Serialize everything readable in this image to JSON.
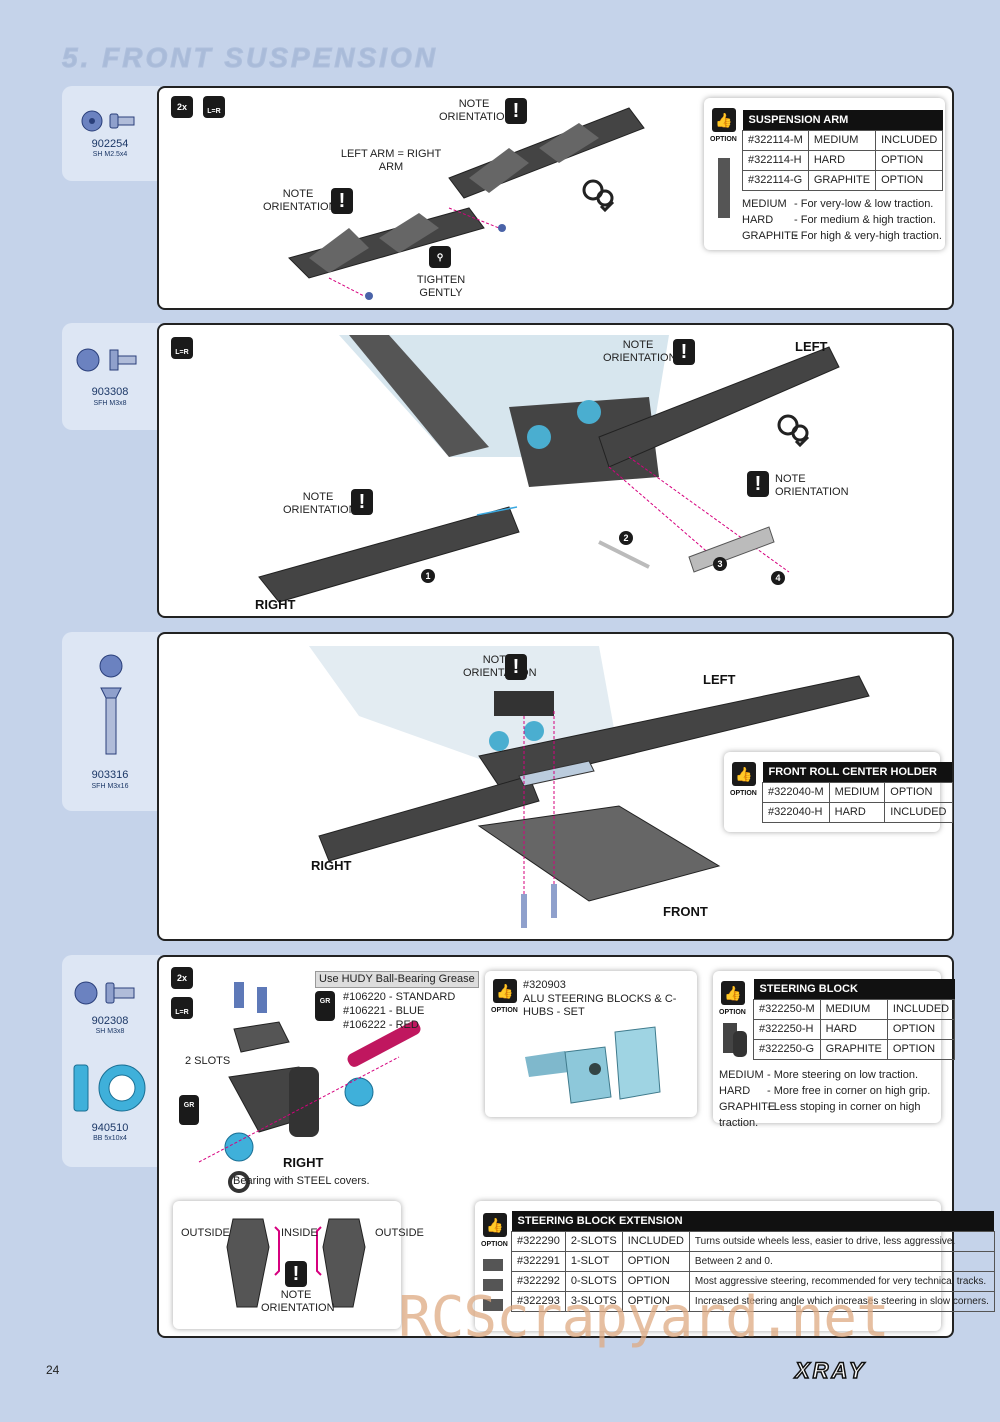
{
  "page": {
    "title": "5. FRONT SUSPENSION",
    "page_number": "24",
    "brand": "XRAY",
    "watermark": "RCScrapyard.net"
  },
  "steps": [
    {
      "part": {
        "code": "902254",
        "size": "SH M2.5x4"
      },
      "badges": {
        "count": "2x",
        "lr": "L=R"
      },
      "labels": {
        "left_eq_right": "LEFT ARM = RIGHT ARM",
        "note1": "NOTE\nORIENTATION",
        "note2": "NOTE\nORIENTATION",
        "tighten": "TIGHTEN\nGENTLY"
      },
      "option": {
        "icon_label": "OPTION",
        "title": "SUSPENSION ARM",
        "rows": [
          [
            "#322114-M",
            "MEDIUM",
            "INCLUDED"
          ],
          [
            "#322114-H",
            "HARD",
            "OPTION"
          ],
          [
            "#322114-G",
            "GRAPHITE",
            "OPTION"
          ]
        ],
        "notes": [
          [
            "MEDIUM",
            "- For very-low & low traction."
          ],
          [
            "HARD",
            "- For medium & high traction."
          ],
          [
            "GRAPHITE",
            "- For high & very-high traction."
          ]
        ]
      }
    },
    {
      "part": {
        "code": "903308",
        "size": "SFH M3x8"
      },
      "badges": {
        "lr": "L=R"
      },
      "labels": {
        "note_top": "NOTE\nORIENTATION",
        "note_left": "NOTE\nORIENTATION",
        "note_right": "NOTE\nORIENTATION",
        "left": "LEFT",
        "right": "RIGHT",
        "n1": "1",
        "n2": "2",
        "n3": "3",
        "n4": "4"
      }
    },
    {
      "part": {
        "code": "903316",
        "size": "SFH M3x16"
      },
      "labels": {
        "note": "NOTE\nORIENTATION",
        "left": "LEFT",
        "right": "RIGHT",
        "front": "FRONT"
      },
      "option": {
        "icon_label": "OPTION",
        "title": "FRONT ROLL CENTER HOLDER",
        "rows": [
          [
            "#322040-M",
            "MEDIUM",
            "OPTION"
          ],
          [
            "#322040-H",
            "HARD",
            "INCLUDED"
          ]
        ]
      }
    },
    {
      "parts": [
        {
          "code": "902308",
          "size": "SH M3x8"
        },
        {
          "code": "940510",
          "size": "BB 5x10x4"
        }
      ],
      "badges": {
        "count": "2x",
        "lr": "L=R"
      },
      "grease": {
        "title": "Use HUDY Ball-Bearing Grease",
        "items": [
          "#106220 - STANDARD",
          "#106221 - BLUE",
          "#106222 - RED"
        ]
      },
      "labels": {
        "two_slots": "2 SLOTS",
        "right": "RIGHT",
        "bearing": "Bearing with STEEL covers.",
        "outside1": "OUTSIDE",
        "inside": "INSIDE",
        "outside2": "OUTSIDE",
        "note": "NOTE\nORIENTATION"
      },
      "alu": {
        "code": "#320903",
        "name": "ALU STEERING BLOCKS & C-HUBS - SET",
        "icon_label": "OPTION"
      },
      "option": {
        "icon_label": "OPTION",
        "title": "STEERING  BLOCK",
        "rows": [
          [
            "#322250-M",
            "MEDIUM",
            "INCLUDED"
          ],
          [
            "#322250-H",
            "HARD",
            "OPTION"
          ],
          [
            "#322250-G",
            "GRAPHITE",
            "OPTION"
          ]
        ],
        "notes": [
          [
            "MEDIUM",
            "- More steering on low traction."
          ],
          [
            "HARD",
            "- More free in corner on high grip."
          ],
          [
            "GRAPHITE",
            "- Less stoping in corner on high traction."
          ]
        ]
      },
      "extension": {
        "icon_label": "OPTION",
        "title": "STEERING  BLOCK EXTENSION",
        "rows": [
          [
            "#322290",
            "2-SLOTS",
            "INCLUDED",
            "Turns outside wheels less, easier to drive, less aggressive."
          ],
          [
            "#322291",
            "1-SLOT",
            "OPTION",
            "Between 2 and 0."
          ],
          [
            "#322292",
            "0-SLOTS",
            "OPTION",
            "Most aggressive steering, recommended for very technical tracks."
          ],
          [
            "#322293",
            "3-SLOTS",
            "OPTION",
            "Increased steering angle which increases steering in slow corners."
          ]
        ]
      }
    }
  ]
}
